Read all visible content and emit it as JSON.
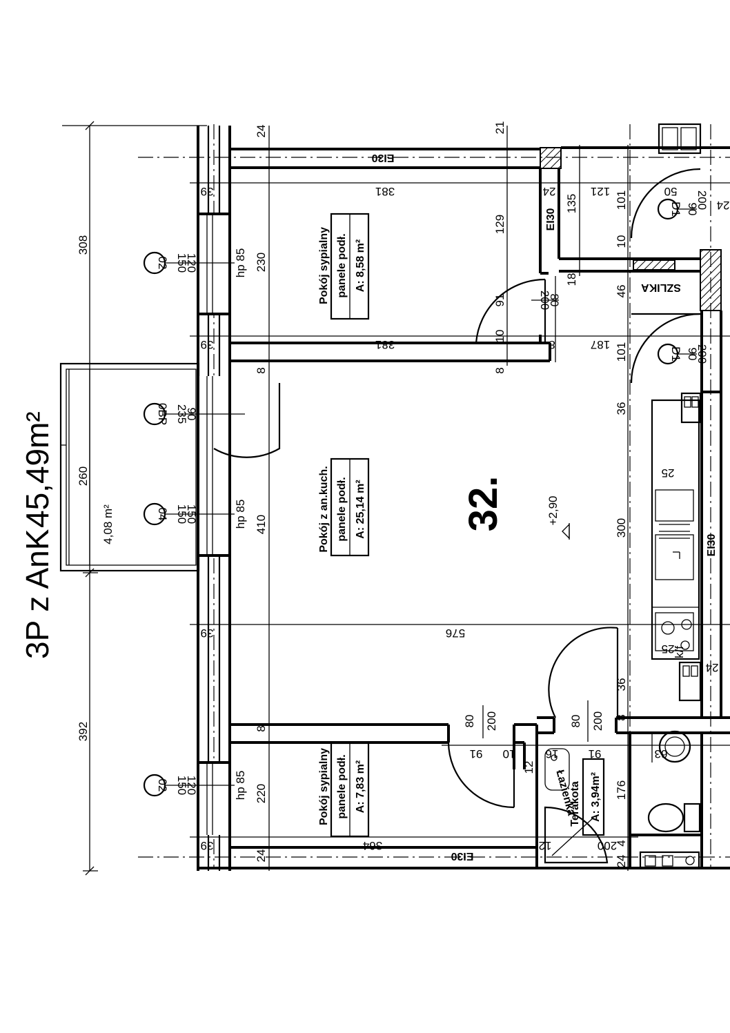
{
  "unit": {
    "title": "3P z AnK",
    "area": "45,49m²",
    "number": "32.",
    "level": "+2,90"
  },
  "rooms": [
    {
      "name": "Pokój sypialny",
      "floor": "panele podł.",
      "area": "A: 8,58 m²"
    },
    {
      "name": "Pokój z an.kuch.",
      "floor": "panele podł.",
      "area": "A: 25,14 m²"
    },
    {
      "name": "Pokój sypialny",
      "floor": "panele podł.",
      "area": "A: 7,83 m²"
    },
    {
      "name": "Łazienka",
      "floor": "Terakota",
      "area": "A: 3,94m²"
    }
  ],
  "balcony": {
    "area": "4,08 m²",
    "length": "260"
  },
  "walls": {
    "fire_rating": "EI30",
    "shaft": "SZLIKA"
  },
  "windows": [
    {
      "code": "02",
      "width": "150",
      "height": "120",
      "sill": "hp 85"
    },
    {
      "code": "0BP",
      "width": "235",
      "height": "90"
    },
    {
      "code": "04",
      "width": "150",
      "height": "150",
      "sill": "hp 85"
    },
    {
      "code": "02",
      "width": "150",
      "height": "120",
      "sill": "hp 85"
    }
  ],
  "doors": [
    {
      "code": "D1",
      "width": "90",
      "height": "200"
    },
    {
      "code": "D1",
      "width": "90",
      "height": "200"
    },
    {
      "door_w": "80",
      "door_h": "200"
    },
    {
      "door_w": "80",
      "door_h": "200"
    },
    {
      "door_w": "80",
      "door_h": "200"
    }
  ],
  "dims": {
    "d308": "308",
    "d392": "392",
    "d24": "24",
    "d39": "39",
    "d381": "381",
    "d230": "230",
    "d410": "410",
    "d220": "220",
    "d8": "8",
    "d129": "129",
    "d91": "91",
    "d10": "10",
    "d135": "135",
    "d121": "121",
    "d101": "101",
    "d187": "187",
    "d18": "18",
    "d46": "46",
    "d36": "36",
    "d300": "300",
    "d25": "25",
    "d576": "576",
    "d364": "364",
    "d176": "176",
    "d12": "12",
    "d16": "16",
    "d63": "63",
    "d200": "200",
    "d4": "4",
    "d50": "50",
    "d21": "21",
    "kf": "k/f"
  }
}
